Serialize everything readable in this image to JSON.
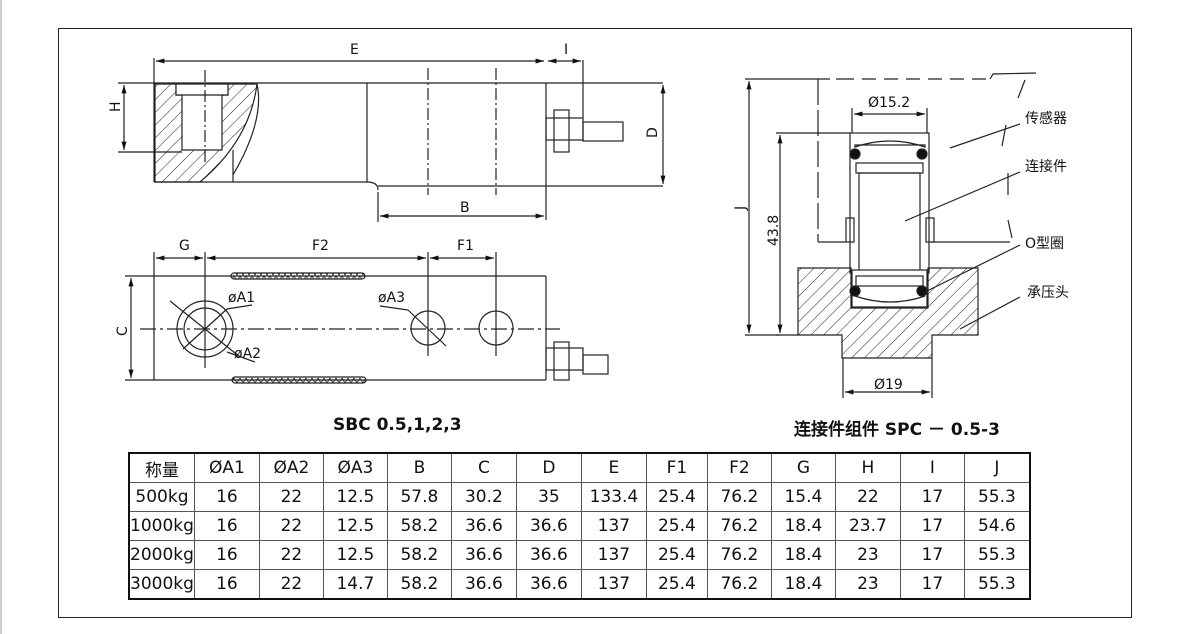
{
  "left_drawing": {
    "caption": "SBC 0.5,1,2,3",
    "dim_labels": {
      "E": "E",
      "I": "I",
      "H": "H",
      "D": "D",
      "B": "B",
      "G": "G",
      "F2": "F2",
      "F1": "F1",
      "C": "C",
      "A1": "øA1",
      "A2": "øA2",
      "A3": "øA3"
    }
  },
  "right_drawing": {
    "caption": "连接件组件 SPC － 0.5-3",
    "dim_labels": {
      "top_diameter": "Ø15.2",
      "height": "43.8",
      "J": "J",
      "bottom_diameter": "Ø19"
    },
    "callouts": [
      "传感器",
      "连接件",
      "O型圈",
      "承压头"
    ]
  },
  "table": {
    "headers": [
      "称量",
      "ØA1",
      "ØA2",
      "ØA3",
      "B",
      "C",
      "D",
      "E",
      "F1",
      "F2",
      "G",
      "H",
      "I",
      "J"
    ],
    "rows": [
      [
        "500kg",
        "16",
        "22",
        "12.5",
        "57.8",
        "30.2",
        "35",
        "133.4",
        "25.4",
        "76.2",
        "15.4",
        "22",
        "17",
        "55.3"
      ],
      [
        "1000kg",
        "16",
        "22",
        "12.5",
        "58.2",
        "36.6",
        "36.6",
        "137",
        "25.4",
        "76.2",
        "18.4",
        "23.7",
        "17",
        "54.6"
      ],
      [
        "2000kg",
        "16",
        "22",
        "12.5",
        "58.2",
        "36.6",
        "36.6",
        "137",
        "25.4",
        "76.2",
        "18.4",
        "23",
        "17",
        "55.3"
      ],
      [
        "3000kg",
        "16",
        "22",
        "14.7",
        "58.2",
        "36.6",
        "36.6",
        "137",
        "25.4",
        "76.2",
        "18.4",
        "23",
        "17",
        "55.3"
      ]
    ]
  }
}
